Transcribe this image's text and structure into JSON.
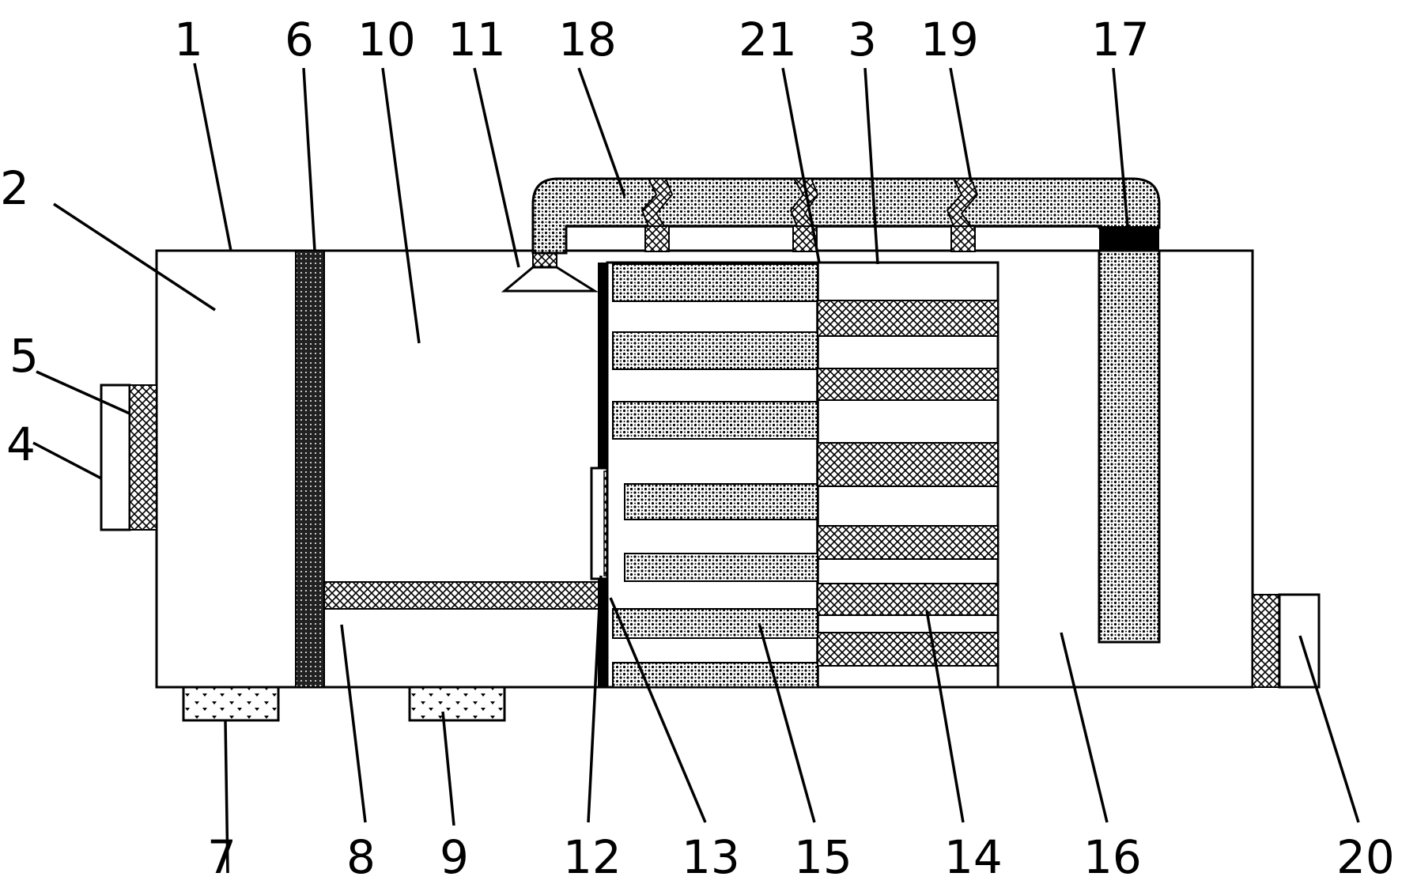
{
  "figure": {
    "labels": {
      "l1": "1",
      "l2": "2",
      "l3": "3",
      "l4": "4",
      "l5": "5",
      "l6": "6",
      "l7": "7",
      "l8": "8",
      "l9": "9",
      "l10": "10",
      "l11": "11",
      "l12": "12",
      "l13": "13",
      "l14": "14",
      "l15": "15",
      "l16": "16",
      "l17": "17",
      "l18": "18",
      "l19": "19",
      "l20": "20",
      "l21": "21"
    }
  }
}
